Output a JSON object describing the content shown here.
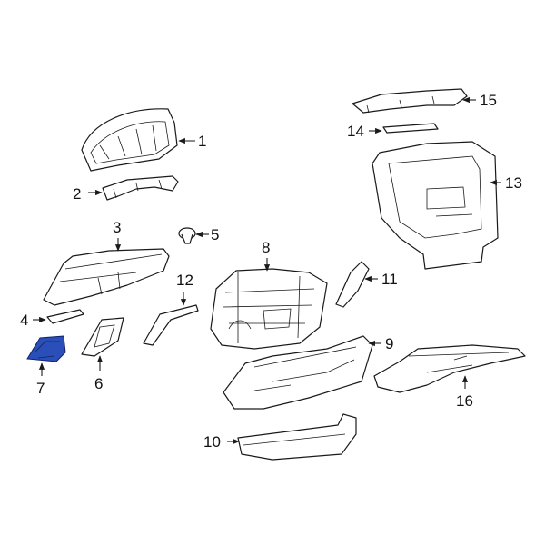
{
  "colors": {
    "highlight": "#2a4fb8",
    "highlight_stroke": "#10236a",
    "line": "#1a1a1a",
    "background": "#ffffff"
  },
  "callouts": {
    "c1": "1",
    "c2": "2",
    "c3": "3",
    "c4": "4",
    "c5": "5",
    "c6": "6",
    "c7": "7",
    "c8": "8",
    "c9": "9",
    "c10": "10",
    "c11": "11",
    "c12": "12",
    "c13": "13",
    "c14": "14",
    "c15": "15",
    "c16": "16"
  },
  "highlighted_part": "7"
}
